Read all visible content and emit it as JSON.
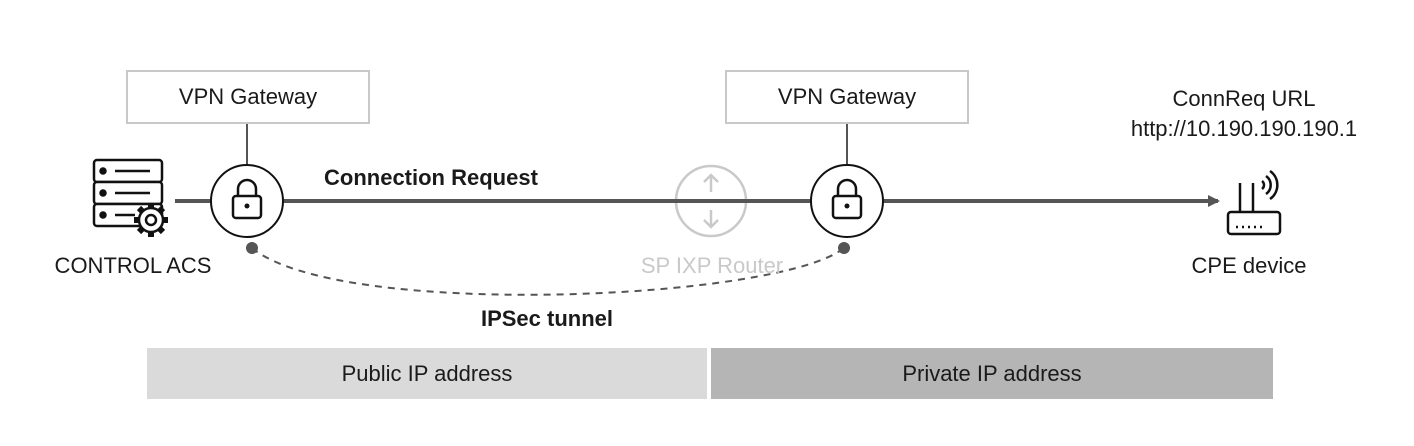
{
  "gateways": [
    {
      "label": "VPN Gateway"
    },
    {
      "label": "VPN Gateway"
    }
  ],
  "acs": {
    "label": "CONTROL ACS",
    "icon": "server-gear-icon"
  },
  "cpe": {
    "label": "CPE device",
    "url_title": "ConnReq URL",
    "url": "http://10.190.190.190.1",
    "icon": "router-wifi-icon"
  },
  "router": {
    "label": "SP IXP Router",
    "icon": "router-arrows-icon"
  },
  "connection": {
    "label": "Connection Request"
  },
  "tunnel": {
    "label": "IPSec tunnel"
  },
  "zones": {
    "public": "Public IP address",
    "private": "Private IP address"
  },
  "colors": {
    "line": "#555555",
    "faded": "#c9c9c9",
    "public_zone": "#dadada",
    "private_zone": "#b5b5b5"
  }
}
